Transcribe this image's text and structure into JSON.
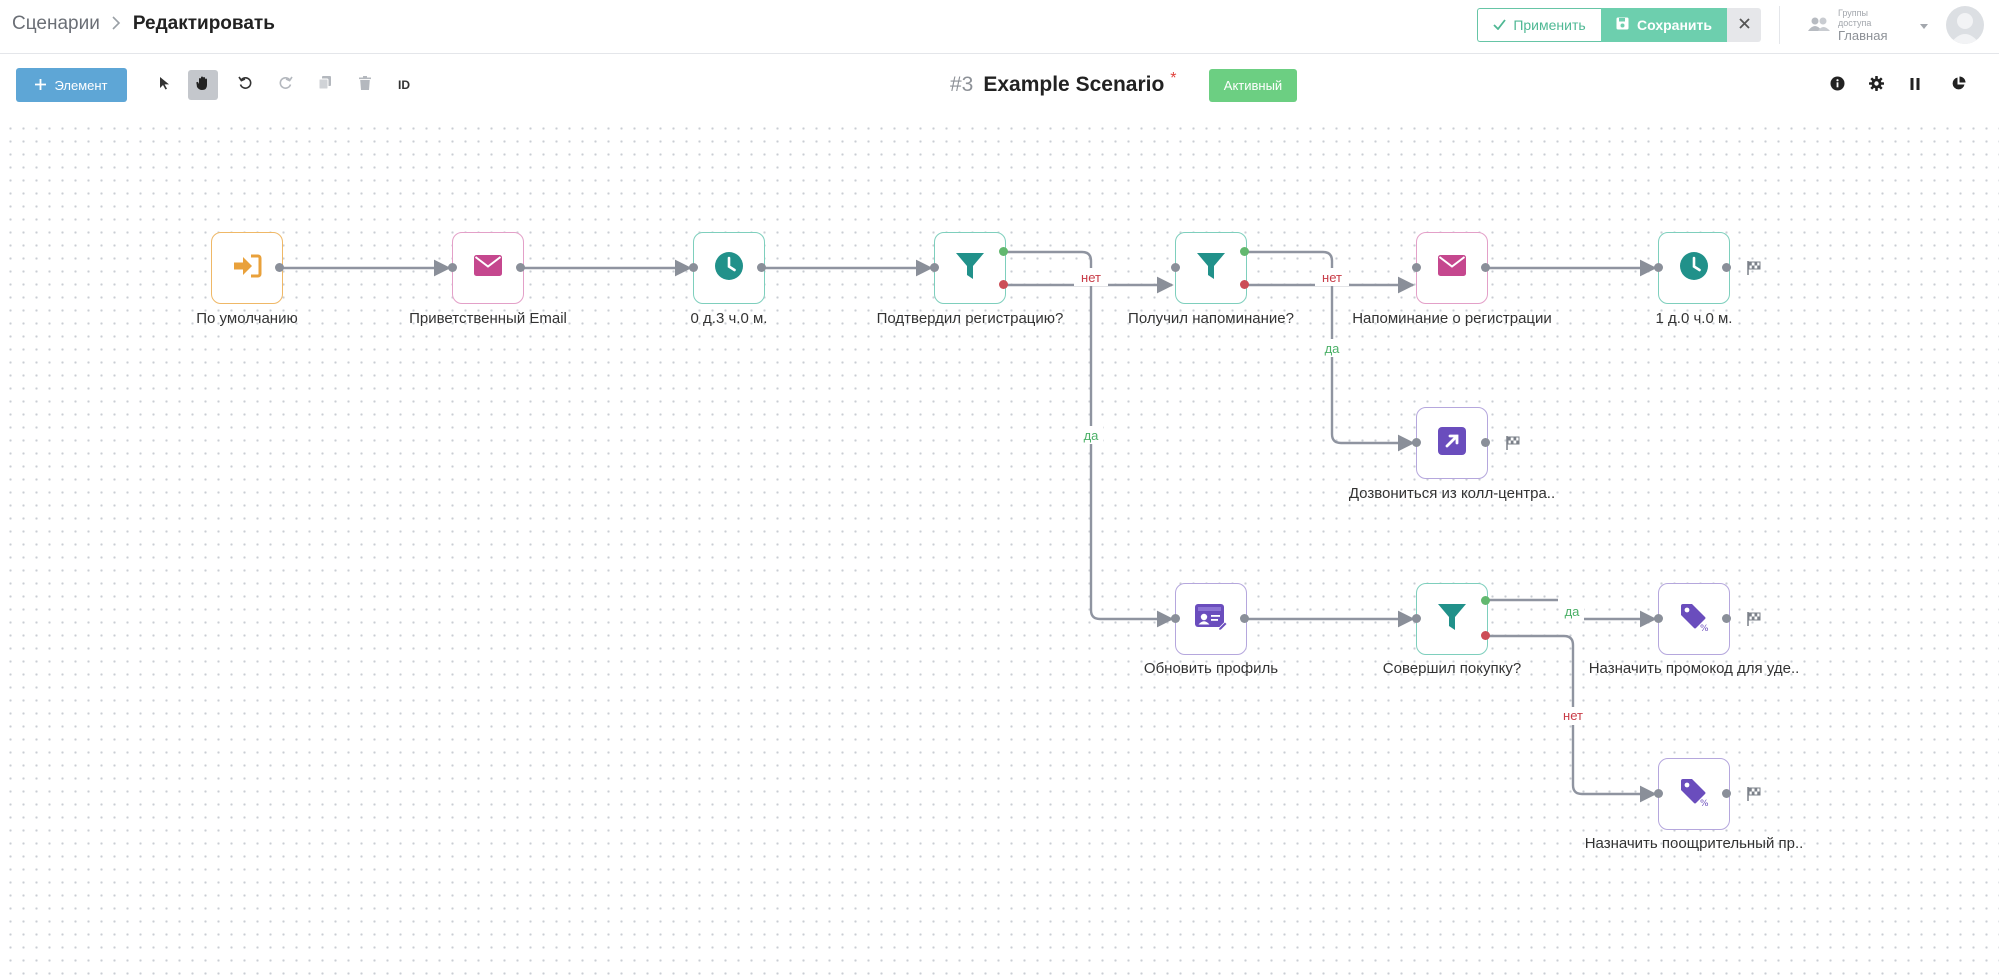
{
  "breadcrumb": {
    "parent": "Сценарии",
    "current": "Редактировать"
  },
  "header": {
    "apply_label": "Применить",
    "save_label": "Сохранить",
    "access_label": "Группы доступа",
    "access_value": "Главная"
  },
  "toolbar": {
    "add_label": "Элемент",
    "id_label": "ID",
    "tools": [
      "cursor-icon",
      "hand-icon",
      "undo-icon",
      "redo-icon",
      "copy-icon",
      "trash-icon"
    ],
    "right_tools": [
      "info-icon",
      "gear-icon",
      "pause-icon",
      "chart-pie-icon"
    ]
  },
  "scenario": {
    "number": "#3",
    "name": "Example Scenario",
    "modified_mark": "*",
    "status": "Активный"
  },
  "colors": {
    "accent_green": "#6dcfae",
    "active_green": "#6ccf82",
    "blue": "#5ea6d6",
    "email": "#c5478e",
    "teal": "#21918a",
    "purple": "#6a4dbd",
    "orange": "#e9a13b",
    "yes": "#4bb067",
    "no": "#c83b46"
  },
  "nodes": [
    {
      "id": "start",
      "type": "start",
      "icon": "sign-in-icon",
      "label": "По умолчанию"
    },
    {
      "id": "welcome",
      "type": "email",
      "icon": "envelope-icon",
      "label": "Приветственный Email"
    },
    {
      "id": "wait1",
      "type": "timer",
      "icon": "clock-icon",
      "label": "0 д.3 ч.0 м."
    },
    {
      "id": "confirm",
      "type": "filter",
      "icon": "funnel-icon",
      "label": "Подтвердил регистрацию?"
    },
    {
      "id": "reminded",
      "type": "filter",
      "icon": "funnel-icon",
      "label": "Получил напоминание?"
    },
    {
      "id": "remind",
      "type": "email",
      "icon": "envelope-icon",
      "label": "Напоминание о регистрации"
    },
    {
      "id": "wait2",
      "type": "timer",
      "icon": "clock-icon",
      "label": "1 д.0 ч.0 м."
    },
    {
      "id": "call",
      "type": "action",
      "icon": "external-link-icon",
      "label": "Дозвониться из колл-центра.."
    },
    {
      "id": "profile",
      "type": "action",
      "icon": "id-card-icon",
      "label": "Обновить профиль"
    },
    {
      "id": "purchase",
      "type": "filter",
      "icon": "funnel-icon",
      "label": "Совершил покупку?"
    },
    {
      "id": "promo",
      "type": "action",
      "icon": "tag-icon",
      "label": "Назначить промокод для уде.."
    },
    {
      "id": "reward",
      "type": "action",
      "icon": "tag-icon",
      "label": "Назначить поощрительный пр.."
    }
  ],
  "edge_labels": {
    "no": "нет",
    "yes": "да"
  }
}
